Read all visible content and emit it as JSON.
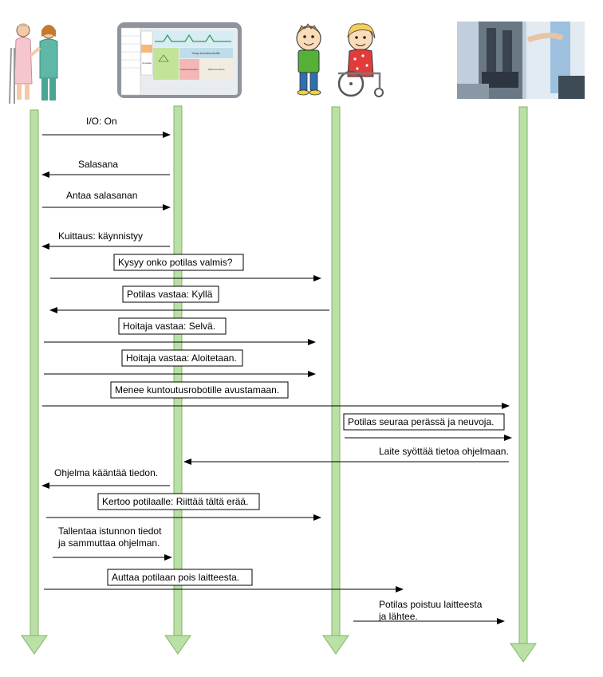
{
  "colors": {
    "lifeline_fill": "#b9e0a5",
    "lifeline_stroke": "#82b366",
    "arrow": "#000000",
    "box_border": "#000000"
  },
  "actors": [
    {
      "id": "nurse",
      "name": "",
      "icon": "nurse-and-patient-icon"
    },
    {
      "id": "app",
      "name": "",
      "icon": "software-screen-icon"
    },
    {
      "id": "patient",
      "name": "",
      "icon": "child-and-wheelchair-user-icon"
    },
    {
      "id": "robot",
      "name": "",
      "icon": "rehabilitation-robot-photo-icon"
    }
  ],
  "app_screen": {
    "side_items": [
      "",
      "",
      "Avustaja"
    ],
    "panels": [
      "Yhteys kuntoutusrobotille",
      "Lopeta kuntoutus",
      "Tallenna istunto"
    ]
  },
  "messages": [
    {
      "label": "I/O: On",
      "from": "nurse",
      "to": "app",
      "boxed": false
    },
    {
      "label": "Salasana",
      "from": "app",
      "to": "nurse",
      "boxed": false
    },
    {
      "label": "Antaa salasanan",
      "from": "nurse",
      "to": "app",
      "boxed": false
    },
    {
      "label": "Kuittaus: käynnistyy",
      "from": "app",
      "to": "nurse",
      "boxed": false
    },
    {
      "label": "Kysyy onko potilas valmis?",
      "from": "nurse",
      "to": "patient",
      "boxed": true
    },
    {
      "label": "Potilas vastaa: Kyllä",
      "from": "patient",
      "to": "nurse",
      "boxed": true
    },
    {
      "label": "Hoitaja vastaa: Selvä.",
      "from": "nurse",
      "to": "patient",
      "boxed": true
    },
    {
      "label": "Hoitaja vastaa: Aloitetaan.",
      "from": "nurse",
      "to": "patient",
      "boxed": true
    },
    {
      "label": "Menee kuntoutusrobotille avustamaan.",
      "from": "nurse",
      "to": "robot",
      "boxed": true
    },
    {
      "label": "Potilas seuraa perässä ja neuvoja.",
      "from": "patient",
      "to": "robot",
      "boxed": true
    },
    {
      "label": "Laite syöttää tietoa ohjelmaan.",
      "from": "robot",
      "to": "app",
      "boxed": false
    },
    {
      "label": "Ohjelma kääntää tiedon.",
      "from": "app",
      "to": "nurse",
      "boxed": false
    },
    {
      "label": "Kertoo potilaalle: Riittää tältä erää.",
      "from": "nurse",
      "to": "patient",
      "boxed": true
    },
    {
      "label": "Tallentaa istunnon tiedot\nja sammuttaa ohjelman.",
      "from": "nurse",
      "to": "app",
      "boxed": false
    },
    {
      "label": "Auttaa potilaan pois laitteesta.",
      "from": "nurse",
      "to": "patient",
      "boxed": true
    },
    {
      "label": "Potilas poistuu laitteesta\nja lähtee.",
      "from": "patient",
      "to": "robot",
      "boxed": false
    }
  ]
}
